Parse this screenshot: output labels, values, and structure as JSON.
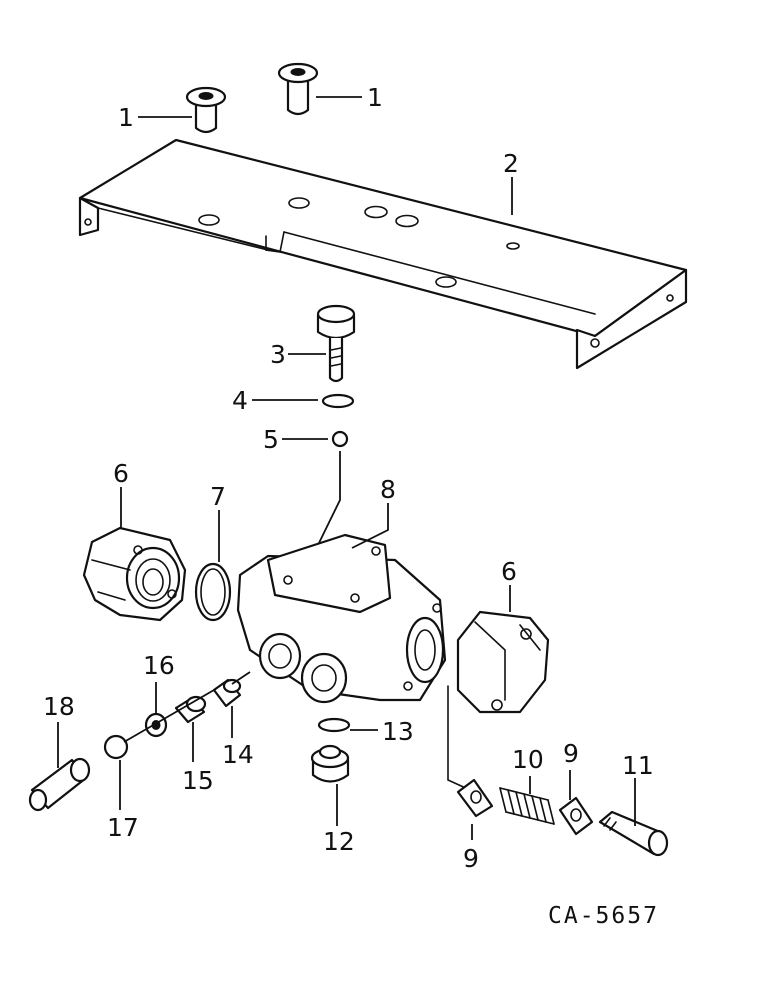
{
  "diagram": {
    "figure_code": "CA-5657",
    "callouts": [
      {
        "id": "c1a",
        "label": "1"
      },
      {
        "id": "c1b",
        "label": "1"
      },
      {
        "id": "c2",
        "label": "2"
      },
      {
        "id": "c3",
        "label": "3"
      },
      {
        "id": "c4",
        "label": "4"
      },
      {
        "id": "c5",
        "label": "5"
      },
      {
        "id": "c6a",
        "label": "6"
      },
      {
        "id": "c6b",
        "label": "6"
      },
      {
        "id": "c7",
        "label": "7"
      },
      {
        "id": "c8",
        "label": "8"
      },
      {
        "id": "c9a",
        "label": "9"
      },
      {
        "id": "c9b",
        "label": "9"
      },
      {
        "id": "c10",
        "label": "10"
      },
      {
        "id": "c11",
        "label": "11"
      },
      {
        "id": "c12",
        "label": "12"
      },
      {
        "id": "c13",
        "label": "13"
      },
      {
        "id": "c14",
        "label": "14"
      },
      {
        "id": "c15",
        "label": "15"
      },
      {
        "id": "c16",
        "label": "16"
      },
      {
        "id": "c17",
        "label": "17"
      },
      {
        "id": "c18",
        "label": "18"
      }
    ]
  }
}
